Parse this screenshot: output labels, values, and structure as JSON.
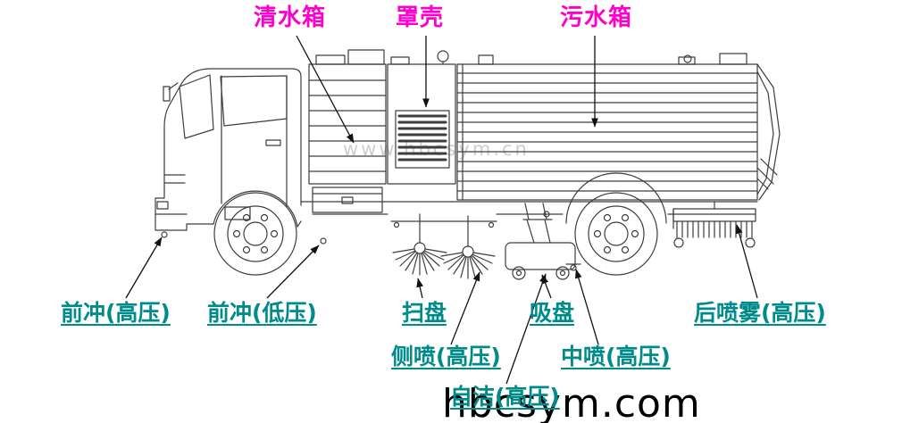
{
  "colors": {
    "top_label": "#ff00cc",
    "bottom_label": "#008b8b",
    "line_color": "#3d3d3d",
    "arrow_color": "#111111",
    "watermark_center": "#c6c6c6",
    "watermark_bottom": "#000000"
  },
  "labels": {
    "top": [
      {
        "id": "clean-water-tank",
        "text": "清水箱"
      },
      {
        "id": "cover-shell",
        "text": "罩壳"
      },
      {
        "id": "sewage-tank",
        "text": "污水箱"
      }
    ],
    "bottom": [
      {
        "id": "front-flush-high",
        "text": "前冲(高压)"
      },
      {
        "id": "front-flush-low",
        "text": "前冲(低压)"
      },
      {
        "id": "sweep-disc",
        "text": "扫盘"
      },
      {
        "id": "suction-mouth",
        "text": "吸盘"
      },
      {
        "id": "rear-spray-high",
        "text": "后喷雾(高压)"
      },
      {
        "id": "side-spray-high",
        "text": "侧喷(高压)"
      },
      {
        "id": "mid-spray-high",
        "text": "中喷(高压)"
      },
      {
        "id": "self-clean-high",
        "text": "自洁(高压)"
      }
    ]
  },
  "watermarks": {
    "center": "www.hbcsym.cn",
    "bottom": "hbcsym.com"
  }
}
